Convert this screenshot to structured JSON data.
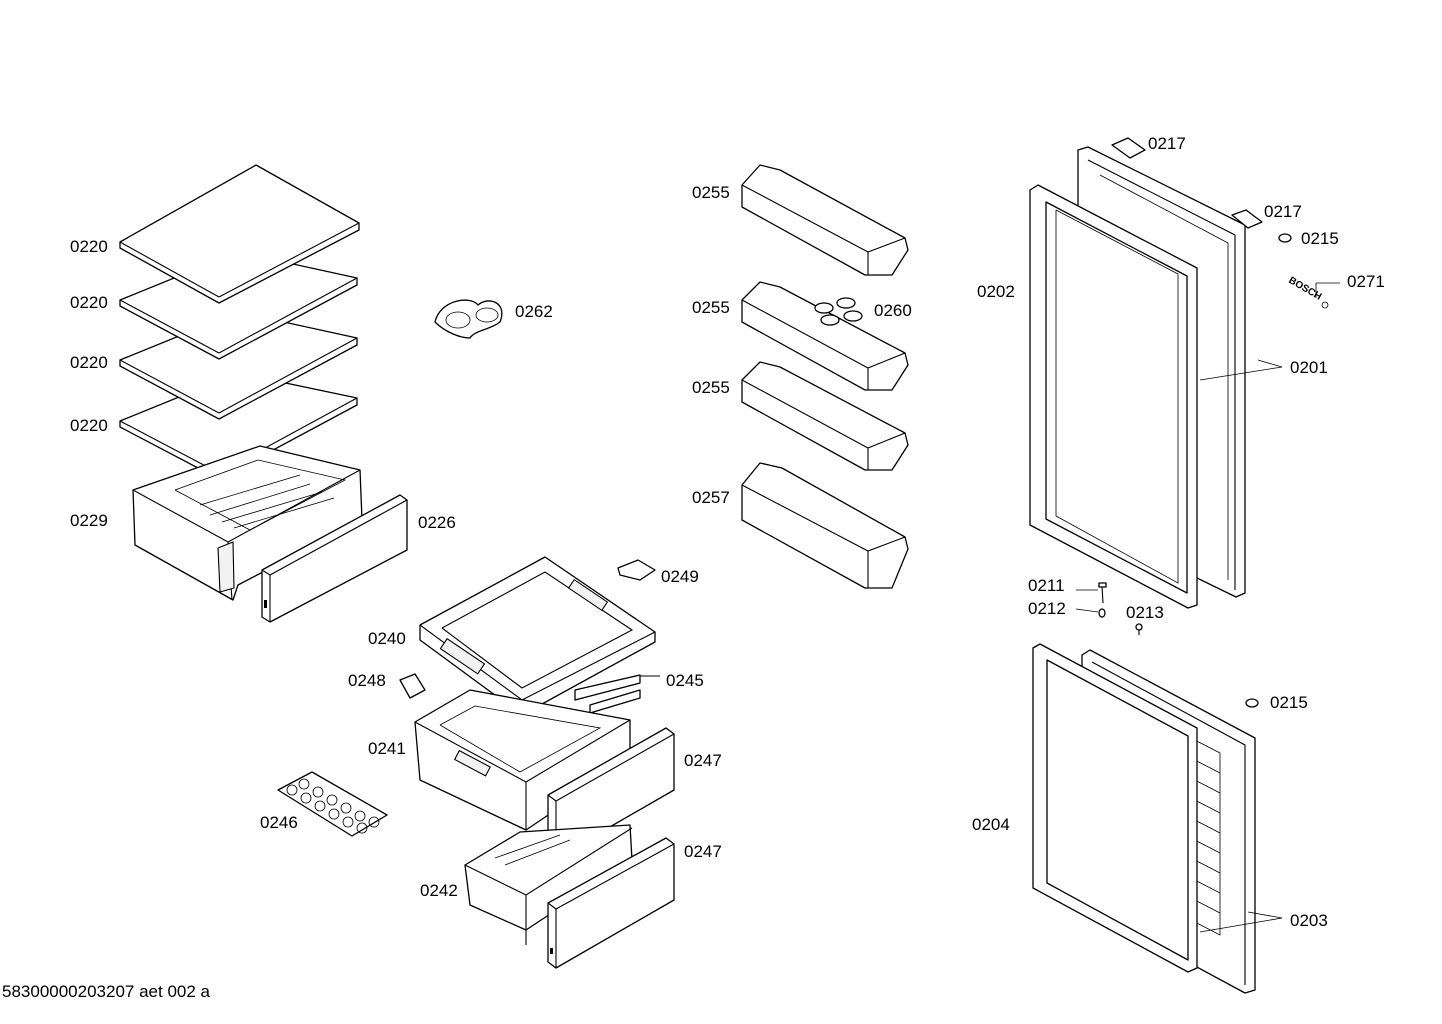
{
  "diagram": {
    "footer_code": "58300000203207 aet 002 a",
    "brand_label": "BOSCH",
    "callouts": [
      {
        "id": "shelf-1",
        "text": "0220"
      },
      {
        "id": "shelf-2",
        "text": "0220"
      },
      {
        "id": "shelf-3",
        "text": "0220"
      },
      {
        "id": "shelf-4",
        "text": "0220"
      },
      {
        "id": "drawer-top",
        "text": "0229"
      },
      {
        "id": "drawer-front",
        "text": "0226"
      },
      {
        "id": "clip",
        "text": "0262"
      },
      {
        "id": "door-shelf-1",
        "text": "0255"
      },
      {
        "id": "door-shelf-2",
        "text": "0255"
      },
      {
        "id": "door-shelf-3",
        "text": "0255"
      },
      {
        "id": "door-shelf-4",
        "text": "0257"
      },
      {
        "id": "egg-holder",
        "text": "0260"
      },
      {
        "id": "tray-handle",
        "text": "0249"
      },
      {
        "id": "tray",
        "text": "0240"
      },
      {
        "id": "handle-small",
        "text": "0248"
      },
      {
        "id": "rail",
        "text": "0245"
      },
      {
        "id": "drawer-mid",
        "text": "0241"
      },
      {
        "id": "front-mid",
        "text": "0247"
      },
      {
        "id": "ice-tray",
        "text": "0246"
      },
      {
        "id": "front-bottom",
        "text": "0247"
      },
      {
        "id": "drawer-bottom",
        "text": "0242"
      },
      {
        "id": "hinge-cover-1",
        "text": "0217"
      },
      {
        "id": "hinge-cover-2",
        "text": "0217"
      },
      {
        "id": "cap-1",
        "text": "0215"
      },
      {
        "id": "logo",
        "text": "0271"
      },
      {
        "id": "door-seal-upper",
        "text": "0202"
      },
      {
        "id": "door-upper",
        "text": "0201"
      },
      {
        "id": "screw",
        "text": "0211"
      },
      {
        "id": "washer",
        "text": "0212"
      },
      {
        "id": "pin",
        "text": "0213"
      },
      {
        "id": "cap-2",
        "text": "0215"
      },
      {
        "id": "door-seal-lower",
        "text": "0204"
      },
      {
        "id": "door-lower",
        "text": "0203"
      }
    ]
  }
}
